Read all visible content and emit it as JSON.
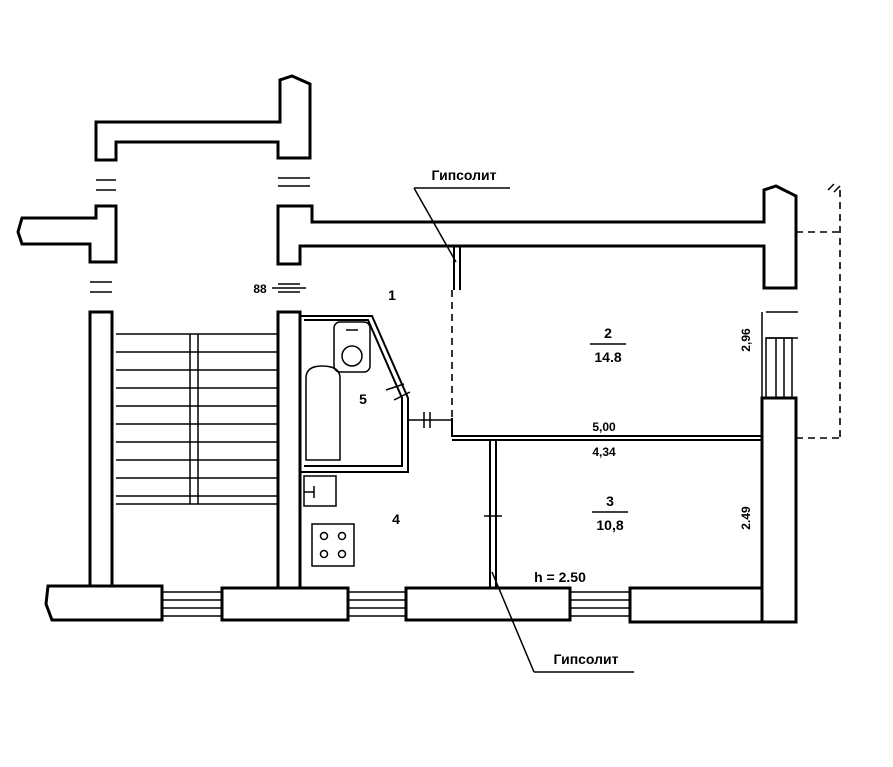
{
  "plan": {
    "rooms": [
      {
        "id": "1",
        "number": "1",
        "area": ""
      },
      {
        "id": "2",
        "number": "2",
        "area": "14.8"
      },
      {
        "id": "3",
        "number": "3",
        "area": "10,8"
      },
      {
        "id": "4",
        "number": "4",
        "area": ""
      },
      {
        "id": "5",
        "number": "5",
        "area": ""
      }
    ],
    "dimensions": {
      "d88": "88",
      "d296": "2,96",
      "d500": "5,00",
      "d434": "4,34",
      "d249": "2.49"
    },
    "ceiling_height": "h = 2.50",
    "material_labels": {
      "top": "Гипсолит",
      "bottom": "Гипсолит"
    }
  }
}
